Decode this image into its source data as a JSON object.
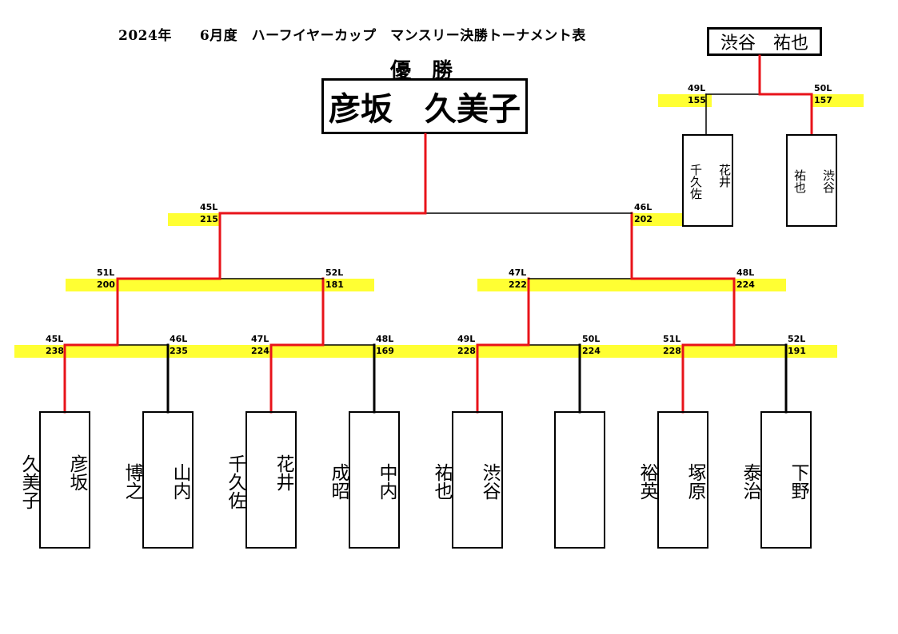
{
  "title": "2024年　　6月度　ハーフイヤーカップ　マンスリー決勝トーナメント表",
  "champion": {
    "label": "優　勝",
    "name": "彦坂　久美子"
  },
  "finalist_box": "渋谷　祐也",
  "colors": {
    "winner": "#e8131a",
    "loser": "#000000",
    "highlight": "#ffff33"
  },
  "round1": [
    {
      "lane": "45L",
      "score": "238",
      "name": "彦坂\n\n久美子"
    },
    {
      "lane": "46L",
      "score": "235",
      "name": "山内\n\n博之"
    },
    {
      "lane": "47L",
      "score": "224",
      "name": "花井\n\n千久佐"
    },
    {
      "lane": "48L",
      "score": "169",
      "name": "中内\n\n成昭"
    },
    {
      "lane": "49L",
      "score": "228",
      "name": "渋谷\n\n祐也"
    },
    {
      "lane": "50L",
      "score": "224",
      "name": ""
    },
    {
      "lane": "51L",
      "score": "228",
      "name": "塚原\n\n裕英"
    },
    {
      "lane": "52L",
      "score": "191",
      "name": "下野\n\n泰治"
    }
  ],
  "round2": [
    {
      "lane": "51L",
      "score": "200"
    },
    {
      "lane": "52L",
      "score": "181"
    },
    {
      "lane": "47L",
      "score": "222"
    },
    {
      "lane": "48L",
      "score": "224"
    }
  ],
  "round3": [
    {
      "lane": "45L",
      "score": "215"
    },
    {
      "lane": "46L",
      "score": "202"
    }
  ],
  "side_match": [
    {
      "lane": "49L",
      "score": "155",
      "name": "花井\n\n千久佐"
    },
    {
      "lane": "50L",
      "score": "157",
      "name": "渋谷\n\n祐也"
    }
  ]
}
